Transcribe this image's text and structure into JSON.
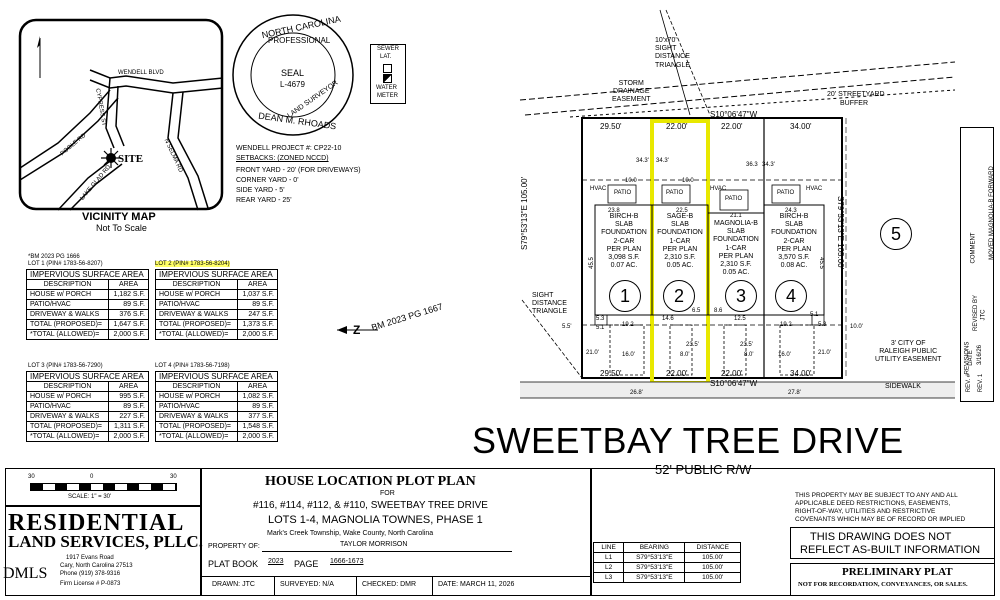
{
  "vicinity": {
    "title": "VICINITY MAP",
    "subtitle": "Not To Scale",
    "roads": [
      "WENDELL BLVD",
      "CYPRESS ST",
      "POOLE RD",
      "LAKE GLAD RD",
      "N SELMA RD"
    ],
    "site": "SITE"
  },
  "seal": {
    "top": "NORTH CAROLINA",
    "mid": "PROFESSIONAL",
    "seal": "SEAL",
    "number": "L-4679",
    "right": "LAND SURVEYOR",
    "bottom": "DEAN M. RHOADS"
  },
  "legend": {
    "sewer_a": "SEWER",
    "sewer_b": "LAT.",
    "water_a": "WATER",
    "water_b": "METER"
  },
  "project": {
    "line1": "WENDELL PROJECT #: CP22-10",
    "line2": "SETBACKS: (ZONED NCCD)",
    "front": "FRONT YARD - 20' (FOR DRIVEWAYS)",
    "corner": "CORNER YARD - 0'",
    "side": "SIDE YARD - 5'",
    "rear": "REAR YARD - 25'"
  },
  "bm_ref": "*BM 2023 PG 1666",
  "bm_arrow": "BM 2023 PG 1667",
  "tables": [
    {
      "title": "LOT 1 (PIN# 1783-56-8207)",
      "rows": [
        [
          "HOUSE w/ PORCH",
          "1,182 S.F."
        ],
        [
          "PATIO/HVAC",
          "89 S.F."
        ],
        [
          "DRIVEWAY & WALKS",
          "376 S.F."
        ],
        [
          "TOTAL (PROPOSED)=",
          "1,647 S.F."
        ],
        [
          "*TOTAL (ALLOWED)=",
          "2,000 S.F."
        ]
      ]
    },
    {
      "title": "LOT 2 (PIN# 1783-56-8204)",
      "rows": [
        [
          "HOUSE w/ PORCH",
          "1,037 S.F."
        ],
        [
          "PATIO/HVAC",
          "89 S.F."
        ],
        [
          "DRIVEWAY & WALKS",
          "247 S.F."
        ],
        [
          "TOTAL (PROPOSED)=",
          "1,373 S.F."
        ],
        [
          "*TOTAL (ALLOWED)=",
          "2,000 S.F."
        ]
      ]
    },
    {
      "title": "LOT 3 (PIN# 1783-56-7290)",
      "rows": [
        [
          "HOUSE w/ PORCH",
          "995 S.F."
        ],
        [
          "PATIO/HVAC",
          "89 S.F."
        ],
        [
          "DRIVEWAY & WALKS",
          "227 S.F."
        ],
        [
          "TOTAL (PROPOSED)=",
          "1,311 S.F."
        ],
        [
          "*TOTAL (ALLOWED)=",
          "2,000 S.F."
        ]
      ]
    },
    {
      "title": "LOT 4 (PIN# 1783-56-7198)",
      "rows": [
        [
          "HOUSE w/ PORCH",
          "1,082 S.F."
        ],
        [
          "PATIO/HVAC",
          "89 S.F."
        ],
        [
          "DRIVEWAY & WALKS",
          "377 S.F."
        ],
        [
          "TOTAL (PROPOSED)=",
          "1,548 S.F."
        ],
        [
          "*TOTAL (ALLOWED)=",
          "2,000 S.F."
        ]
      ]
    }
  ],
  "table_header": "IMPERVIOUS SURFACE AREA",
  "col_desc": "DESCRIPTION",
  "col_area": "AREA",
  "plan": {
    "sight_triangle_top": [
      "10'x70'",
      "SIGHT",
      "DISTANCE",
      "TRIANGLE"
    ],
    "storm": [
      "STORM",
      "DRAINAGE",
      "EASEMENT"
    ],
    "streetyard": "20' STREETYARD",
    "buffer": "BUFFER",
    "top_bearing": "S10°06'47\"W",
    "bottom_bearing": "S10°06'47\"W",
    "top_dims": [
      "29.50'",
      "22.00'",
      "22.00'",
      "34.00'"
    ],
    "bottom_dims": [
      "29.50'",
      "22.00'",
      "22.00'",
      "34.00'"
    ],
    "side_left": "S79°53'13\"E 105.00'",
    "side_right": "S79°53'13\"E 105.00'",
    "lots": [
      {
        "num": "1",
        "lines": [
          "BIRCH-B",
          "SLAB",
          "FOUNDATION",
          "2-CAR",
          "PER PLAN",
          "3,098 S.F.",
          "0.07 AC."
        ]
      },
      {
        "num": "2",
        "lines": [
          "SAGE-B",
          "SLAB",
          "FOUNDATION",
          "1-CAR",
          "PER PLAN",
          "2,310 S.F.",
          "0.05 AC."
        ]
      },
      {
        "num": "3",
        "lines": [
          "MAGNOLIA-B",
          "SLAB",
          "FOUNDATION",
          "1-CAR",
          "PER PLAN",
          "2,310 S.F.",
          "0.05 AC."
        ]
      },
      {
        "num": "4",
        "lines": [
          "BIRCH-B",
          "SLAB",
          "FOUNDATION",
          "2-CAR",
          "PER PLAN",
          "3,570 S.F.",
          "0.08 AC."
        ]
      }
    ],
    "lot5": "5",
    "hvac": "HVAC",
    "patio": "PATIO",
    "dims": {
      "d343a": "34.3'",
      "d343b": "34.3'",
      "d363": "36.3",
      "d343c": "34.3'",
      "d100a": "10.0",
      "d100b": "10.0",
      "d238": "23.8",
      "d225": "22.5",
      "d211": "21.1",
      "d243": "24.3",
      "d455a": "45.5",
      "d455b": "45.5",
      "d55": "5.5'",
      "d53": "5.3",
      "d51a": "5.1",
      "d192a": "19.2",
      "d146": "14.6",
      "d65": "6.5",
      "d86": "8.6",
      "d125": "12.5",
      "d51b": "5.1",
      "d192b": "19.2",
      "d53b": "5.3",
      "d100c": "10.0'",
      "d210a": "21.0'",
      "d160a": "16.0'",
      "d235a": "23.5'",
      "d80a": "8.0'",
      "d235b": "23.5'",
      "d80b": "8.0'",
      "d160b": "16.0'",
      "d210b": "21.0'",
      "d268": "26.8'",
      "d278": "27.8'"
    },
    "sight_bottom": [
      "SIGHT",
      "DISTANCE",
      "TRIANGLE"
    ],
    "raleigh": [
      "3' CITY OF",
      "RALEIGH PUBLIC",
      "UTILITY EASEMENT"
    ],
    "sidewalk": "SIDEWALK",
    "street": "SWEETBAY TREE DRIVE",
    "row": "52' PUBLIC R/W"
  },
  "revisions": {
    "title": "REVISIONS",
    "headers": [
      "REV. #",
      "DATE",
      "REVISED BY",
      "COMMENT"
    ],
    "row": [
      "REV. 1",
      "3/16/26",
      "JTC",
      "MOVED MAGNOLIA-B FORWARD"
    ]
  },
  "scale": {
    "t0": "30",
    "t1": "0",
    "t2": "30",
    "label": "SCALE: 1\" = 30'"
  },
  "firm": {
    "name1": "RESIDENTIAL",
    "name2": "LAND SERVICES, PLLC.",
    "addr1": "1917 Evans Road",
    "addr2": "Cary, North Carolina 27513",
    "phone": "Phone (919) 378-9316",
    "license": "Firm License # P-0873",
    "mark": "DMLS"
  },
  "titleblock": {
    "title": "HOUSE LOCATION PLOT PLAN",
    "for": "FOR",
    "addresses": "#116, #114, #112, & #110,  SWEETBAY TREE DRIVE",
    "lots": "LOTS 1-4, MAGNOLIA TOWNES, PHASE 1",
    "township": "Mark's Creek Township, Wake County, North Carolina",
    "property_label": "PROPERTY OF:",
    "property": "TAYLOR MORRISON",
    "platbook_label": "PLAT BOOK",
    "platbook": "2023",
    "page_label": "PAGE",
    "page": "1666-1673",
    "drawn": "DRAWN: JTC",
    "surveyed": "SURVEYED: N/A",
    "checked": "CHECKED: DMR",
    "date": "DATE: MARCH 11, 2026"
  },
  "line_table": {
    "headers": [
      "LINE",
      "BEARING",
      "DISTANCE"
    ],
    "rows": [
      [
        "L1",
        "S79°53'13\"E",
        "105.00'"
      ],
      [
        "L2",
        "S79°53'13\"E",
        "105.00'"
      ],
      [
        "L3",
        "S79°53'13\"E",
        "105.00'"
      ]
    ]
  },
  "notes": {
    "restrict": [
      "THIS PROPERTY MAY BE SUBJECT TO ANY AND ALL",
      "APPLICABLE DEED RESTRICTIONS, EASEMENTS,",
      "RIGHT-OF-WAY, UTILITIES AND RESTRICTIVE",
      "COVENANTS WHICH MAY BE OF RECORD OR IMPLIED"
    ],
    "asbuilt1": "THIS DRAWING DOES NOT",
    "asbuilt2": "REFLECT AS-BUILT INFORMATION",
    "prelim": "PRELIMINARY PLAT",
    "notfor": "NOT FOR RECORDATION, CONVEYANCES, OR SALES."
  }
}
